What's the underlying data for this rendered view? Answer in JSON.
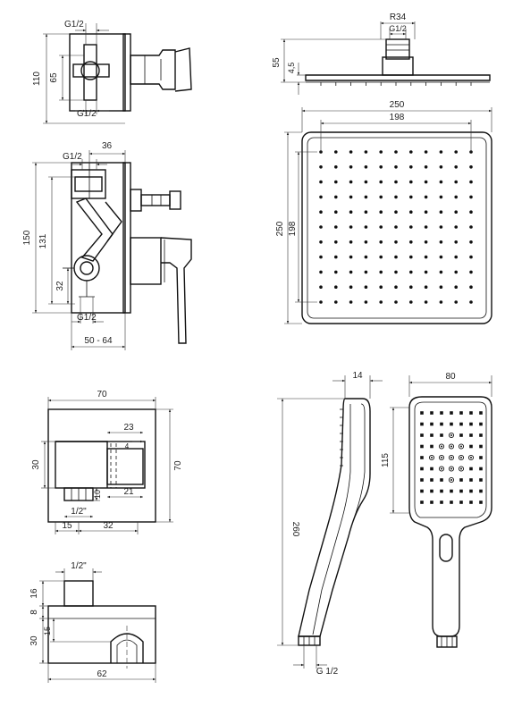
{
  "colors": {
    "line": "#111111",
    "background": "#ffffff"
  },
  "valve_side": {
    "d110": "110",
    "d65": "65",
    "thread_top": "G1/2",
    "thread_bottom": "G1/2"
  },
  "valve_front": {
    "d36": "36",
    "thread_top": "G1/2",
    "d150": "150",
    "d131": "131",
    "d32": "32",
    "thread_bottom": "G1/2",
    "depth_range": "50 - 64"
  },
  "head_side": {
    "radius": "R34",
    "thread": "G1/2",
    "d55": "55",
    "d4_5": "4,5"
  },
  "head_front": {
    "width": "250",
    "hole_span_x": "198",
    "height": "250",
    "hole_span_y": "198"
  },
  "elbow_front": {
    "width": "70",
    "height": "70",
    "d23": "23",
    "d4": "4",
    "d30": "30",
    "d10": "10",
    "d21": "21",
    "thread": "1/2\"",
    "d15": "15",
    "d32": "32"
  },
  "elbow_bottom": {
    "thread": "1/2\"",
    "d16": "16",
    "d8": "8",
    "d15": "15",
    "d30": "30",
    "d62": "62"
  },
  "hand_side": {
    "thickness": "14",
    "length": "260",
    "thread": "G 1/2"
  },
  "hand_front": {
    "width": "80",
    "head_height": "115"
  }
}
